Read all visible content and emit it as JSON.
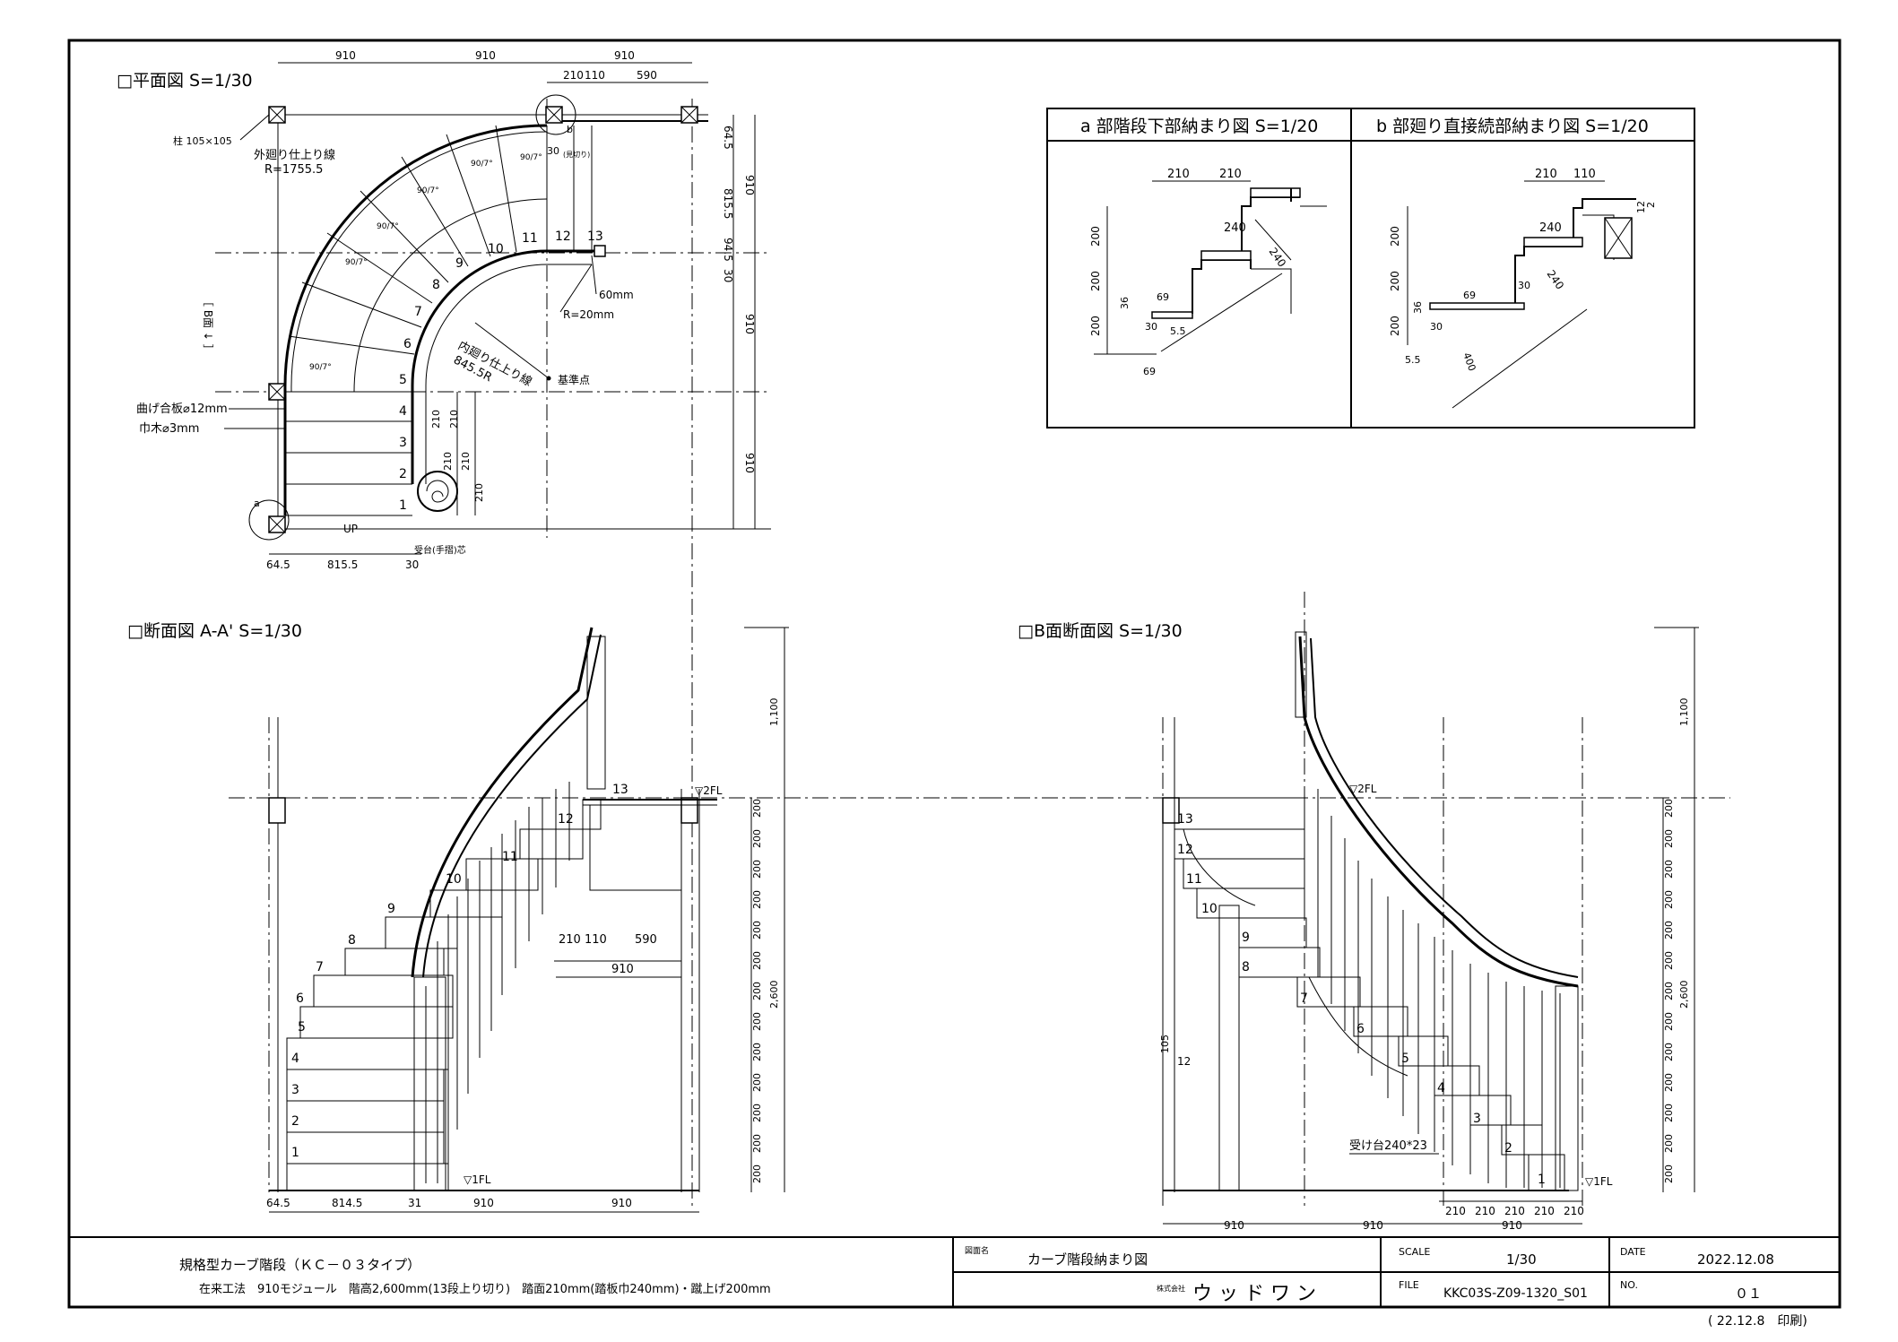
{
  "plan": {
    "title": "□平面図 S=1/30",
    "top_dims": [
      "910",
      "910",
      "910"
    ],
    "top_dims2": [
      "210",
      "110",
      "590"
    ],
    "right_dims": [
      "64.5",
      "815.5",
      "910",
      "94.5",
      "30",
      "910",
      "910"
    ],
    "bottom_dims": [
      "64.5",
      "815.5",
      "30"
    ],
    "left_notes": {
      "column": "柱 105×105",
      "outer_line": "外廻り仕上り線",
      "outer_r": "R=1755.5",
      "bent_ply": "曲げ合板⌀12mm",
      "skirting": "巾木⌀3mm"
    },
    "side_label": "［ B面 ↓ ］",
    "inner_line": "内廻り仕上り線",
    "inner_r": "845.5R",
    "r20": "R=20mm",
    "w60": "60mm",
    "datum": "基準点",
    "up": "UP",
    "post_note": "受台(手摺)芯",
    "a_mark": "a",
    "b_mark": "b",
    "ang": "90/7°",
    "ang30": "30",
    "ang30n": "(見切り)",
    "tread_dim": "210",
    "steps": [
      "1",
      "2",
      "3",
      "4",
      "5",
      "6",
      "7",
      "8",
      "9",
      "10",
      "11",
      "12",
      "13"
    ]
  },
  "detail_a": {
    "title": "a 部階段下部納まり図 S=1/20",
    "dims_top": [
      "210",
      "210"
    ],
    "dims_left": [
      "200",
      "200",
      "200"
    ],
    "d240": "240",
    "d240b": "240",
    "d69": "69",
    "d36": "36",
    "d30": "30",
    "d55": "5.5",
    "d69b": "69"
  },
  "detail_b": {
    "title": "b 部廻り直接続部納まり図 S=1/20",
    "dims_top": [
      "210",
      "110"
    ],
    "dims_left": [
      "200",
      "200",
      "200"
    ],
    "d240": "240",
    "d240b": "240",
    "d69": "69",
    "d36": "36",
    "d30": "30",
    "d30b": "30",
    "d55": "5.5",
    "d400": "400",
    "d12": "12",
    "d2": "2"
  },
  "section_a": {
    "title": "□断面図 A-A' S=1/30",
    "right_dims": [
      "1,100",
      "200",
      "200",
      "200",
      "200",
      "200",
      "200",
      "200",
      "200",
      "200",
      "200",
      "200",
      "200",
      "200",
      "2,600"
    ],
    "bottom_dims": [
      "64.5",
      "814.5",
      "31",
      "910",
      "910"
    ],
    "inner_dims": [
      "210",
      "110",
      "590"
    ],
    "inner_910": "910",
    "fl1": "▽1FL",
    "fl2": "▽2FL",
    "steps": [
      "1",
      "2",
      "3",
      "4",
      "5",
      "6",
      "7",
      "8",
      "9",
      "10",
      "11",
      "12",
      "13"
    ]
  },
  "section_b": {
    "title": "□B面断面図 S=1/30",
    "right_dims": [
      "1,100",
      "200",
      "200",
      "200",
      "200",
      "200",
      "200",
      "200",
      "200",
      "200",
      "200",
      "200",
      "200",
      "200",
      "2,600"
    ],
    "bottom_dims": [
      "210",
      "210",
      "210",
      "210",
      "210"
    ],
    "bottom_910": [
      "910",
      "910",
      "910"
    ],
    "fl1": "▽1FL",
    "fl2": "▽2FL",
    "support": "受け台240*23",
    "d105": "105",
    "steps": [
      "1",
      "2",
      "3",
      "4",
      "5",
      "6",
      "7",
      "8",
      "9",
      "10",
      "11",
      "12",
      "13"
    ]
  },
  "title_block": {
    "name": "規格型カーブ階段（ＫＣ－０３タイプ）",
    "spec": "在来工法　910モジュール　階高2,600mm(13段上り切り)　踏面210mm(踏板巾240mm)・蹴上げ200mm",
    "drawing_label": "図面名",
    "drawing_name": "カーブ階段納まり図",
    "company_label": "株式会社",
    "company": "ウ ッ ド ワ ン",
    "scale_label": "SCALE",
    "scale": "1/30",
    "file_label": "FILE",
    "file": "KKC03S-Z09-1320_S01",
    "date_label": "DATE",
    "date": "2022.12.08",
    "no_label": "NO.",
    "no": "０１",
    "printed": "( 22.12.8　印刷)"
  }
}
